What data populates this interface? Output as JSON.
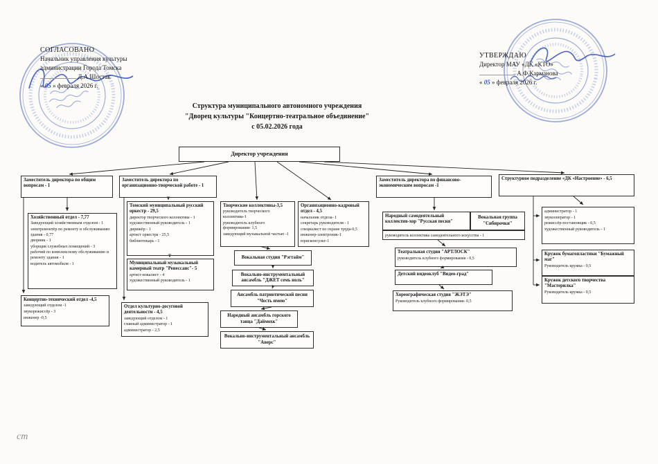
{
  "approvals": {
    "left": {
      "heading": "СОГЛАСОВАНО",
      "line1": "Начальник управления культуры",
      "line2": "администрации Города Томска",
      "signer": "Д.А.Шостак",
      "date_prefix": "«",
      "date_day": "05",
      "date_suffix": "» февраля 2026 г."
    },
    "right": {
      "heading": "УТВЕРЖДАЮ",
      "line1": "Директор МАУ «ДК «КТО»",
      "signer": "А.Ф.Карманова",
      "date_prefix": "«",
      "date_day": "05",
      "date_suffix": "» февраля  2026 г."
    }
  },
  "title": {
    "line1": "Структура муниципального автономного учреждения",
    "line2": "\"Дворец культуры \"Концертно-театральное объединение\"",
    "line3": "с 05.02.2026 года"
  },
  "org": {
    "director": {
      "title": "Директор учреждения"
    },
    "deputy_general": {
      "title": "Заместитель директора по общим вопросам - 1"
    },
    "deputy_org": {
      "title": "Заместитель директора по организационно-творческой работе - 1"
    },
    "deputy_fin": {
      "title": "Заместитель директора по финансово-экономическим вопросам -1"
    },
    "dk_nastroenie": {
      "title": "Структурное подразделение  «ДК «Настроение» - 6,5"
    },
    "hoz": {
      "title": "Хозяйственный отдел - 7,77",
      "lines": [
        "Заведующий хозяйственным отделом - 1",
        "электромонтёр по ремонту и обслуживанию здания - 0,77",
        "дворник - 1",
        "уборщик служебных помещений - 3",
        "рабочий по комплексному обслуживанию и ремонту здания - 1",
        "водитель автомобиля - 1"
      ]
    },
    "concert_tech": {
      "title": "Концертно-технический отдел -4,5",
      "lines": [
        "заведующий отделом -1",
        "звукорежиссёр - 3",
        "инженер -0,5"
      ]
    },
    "orchestra": {
      "title": "Томский муниципальный русский оркестр - 29,5",
      "lines": [
        "директор творческого коллектива - 1",
        "художественный руководитель - 1",
        "дирижёр - 1",
        "артист оркестра - 25,5",
        "библиотекарь - 1"
      ]
    },
    "renaissance": {
      "title": "Муниципальный музыкальный камерный театр \"Ренессанс\"- 5",
      "lines": [
        "артист-вокалист - 4",
        "художественный руководитель - 1"
      ]
    },
    "kultur_dosug": {
      "title": "Отдел культурно-досуговой деятельности - 4,5",
      "lines": [
        "заведующий отделом - 1",
        "главный администратор - 1",
        "администратор - 2,5"
      ]
    },
    "creative": {
      "title": "Творческие коллективы-3,5",
      "lines": [
        "руководитель творческого коллектива-1",
        "руководитель клубного формирования- 1,5",
        "заведующий музыкальной частью -1"
      ]
    },
    "org_kadr": {
      "title": "Организационно-кадровый отдел - 4,5",
      "lines": [
        "начальник отдела- 1",
        "секретарь руководителя - 1",
        "специалист по охране труда-0,5",
        "инженер-электроник-1",
        "юрисконсульт-1"
      ]
    },
    "ragtime": {
      "title": "Вокальная студия \"Рэгтайм\""
    },
    "jet": {
      "title": "Вокально-инструментальный ансамбль \"ДЖЕТ семь ноль\""
    },
    "chest_imeyu": {
      "title": "Ансамбль патриотической песни \"Честь имею\""
    },
    "daymohk": {
      "title": "Народный ансамбль горского танца \"Даймохк\""
    },
    "avers": {
      "title": "Вокально-инструментальный ансамбль \"Аверс\""
    },
    "hor_russkaya": {
      "title": "Народный самодеятельный коллектив-хор \"Русская песня\""
    },
    "sibirochki": {
      "title": "Вокальная группа \"Сибирочки\""
    },
    "hor_sub": "руководитель коллектива самодеятельного искусства - 1",
    "teatr": {
      "title": "Театральная студия \"АРТЛОСК\"",
      "sub": "руководитель клубного формирования - 0,5"
    },
    "video_grad": {
      "title": "Детский видеоклуб \"Видео-град\""
    },
    "horeo": {
      "title": "Хореографическая студия \"ЖЭТЭ\"",
      "sub": "Руководитель клубного формирования- 0,5"
    },
    "dk_staff": {
      "lines": [
        "администратор - 1",
        "звукооператор - 1",
        "режиссёр-постановщик - 0,5",
        "художественный руководитель - 1"
      ]
    },
    "bumag": {
      "title": "Кружок бумагопластики \"Бумажный маг\"",
      "sub": "Руководитель кружка - 0,5"
    },
    "master": {
      "title": "Кружок детского творчества \"Мастерилка\"",
      "sub": "Руководитель кружка - 0,5"
    }
  },
  "notes": {
    "corner": "ст"
  },
  "colors": {
    "ink": "#161616",
    "stamp_blue": "#3d5cc0",
    "signature_blue": "#2f4fbd"
  }
}
